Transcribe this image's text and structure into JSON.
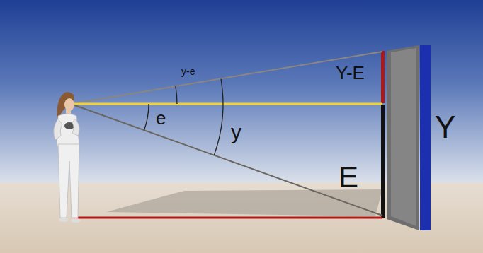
{
  "diagram": {
    "labels": [
      "y-e",
      "e",
      "y",
      "Y-E",
      "E",
      "Y"
    ]
  }
}
